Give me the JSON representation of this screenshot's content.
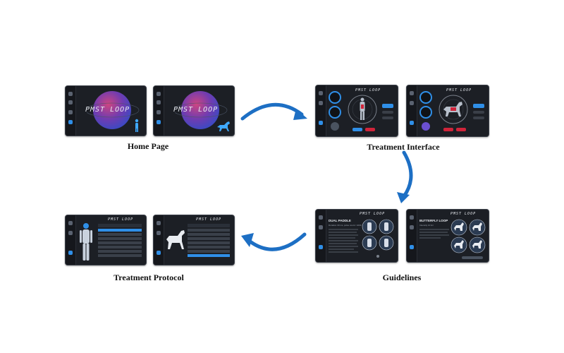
{
  "sections": {
    "home_page": "Home Page",
    "treatment_interface": "Treatment Interface",
    "guidelines": "Guidelines",
    "treatment_protocol": "Treatment Protocol"
  },
  "app": {
    "logo": "PMST LOOP"
  },
  "guidelines": {
    "dual_paddle": {
      "title": "DUAL PADDLE",
      "subtitle": "Duration 30 ms, pulse count / 1000"
    },
    "butterfly_loop": {
      "title": "BUTTERFLY LOOP",
      "subtitle": "Intensity 10 Hz"
    }
  },
  "colors": {
    "accent_blue": "#2f8fe8",
    "planet_pink": "#e04a8a",
    "planet_blue": "#3b4fd6",
    "button_red": "#d0243a",
    "arrow_blue": "#1d6fc4"
  }
}
